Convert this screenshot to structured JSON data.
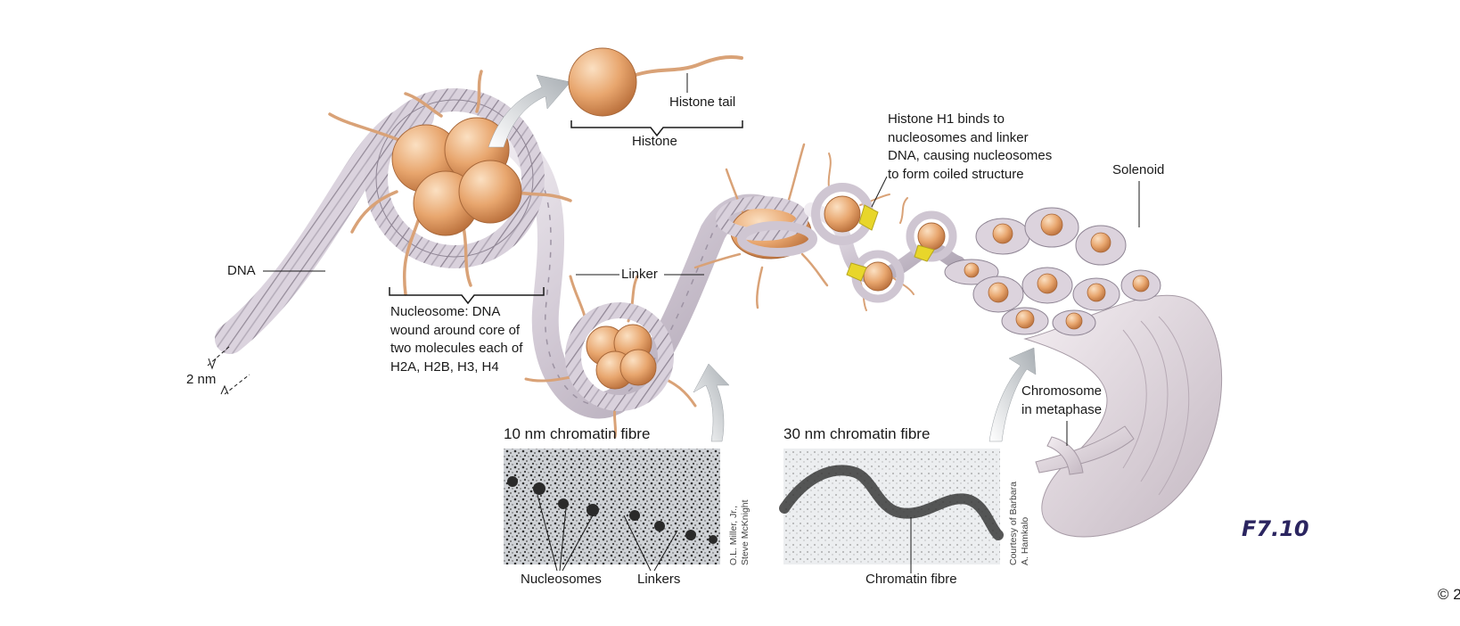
{
  "labels": {
    "dna": "DNA",
    "dna_width": "2 nm",
    "histone_tail": "Histone tail",
    "histone": "Histone",
    "linker": "Linker",
    "nucleosome_desc": "Nucleosome: DNA\nwound around core of\ntwo molecules each of\nH2A, H2B, H3, H4",
    "h1_desc": "Histone H1 binds to\nnucleosomes and linker\nDNA, causing nucleosomes\nto form coiled structure",
    "solenoid": "Solenoid",
    "chromosome": "Chromosome\nin metaphase"
  },
  "micrographs": {
    "fibre_10nm": {
      "title": "10 nm chromatin fibre",
      "credit": "O.L. Miller, Jr.,\nSteve McKnight",
      "label_left": "Nucleosomes",
      "label_right": "Linkers"
    },
    "fibre_30nm": {
      "title": "30 nm chromatin fibre",
      "credit": "Courtesy of Barbara\nA. Hamkalo",
      "label": "Chromatin fibre"
    }
  },
  "figure_id": "F7.10",
  "copyright": "© 2",
  "colors": {
    "histone_orange": "#e8a66e",
    "dna_lavender": "#cfc6d2",
    "h1_yellow": "#e8d62a",
    "arrow_grey": "#b9bec2",
    "figure_id_navy": "#2b2560"
  }
}
